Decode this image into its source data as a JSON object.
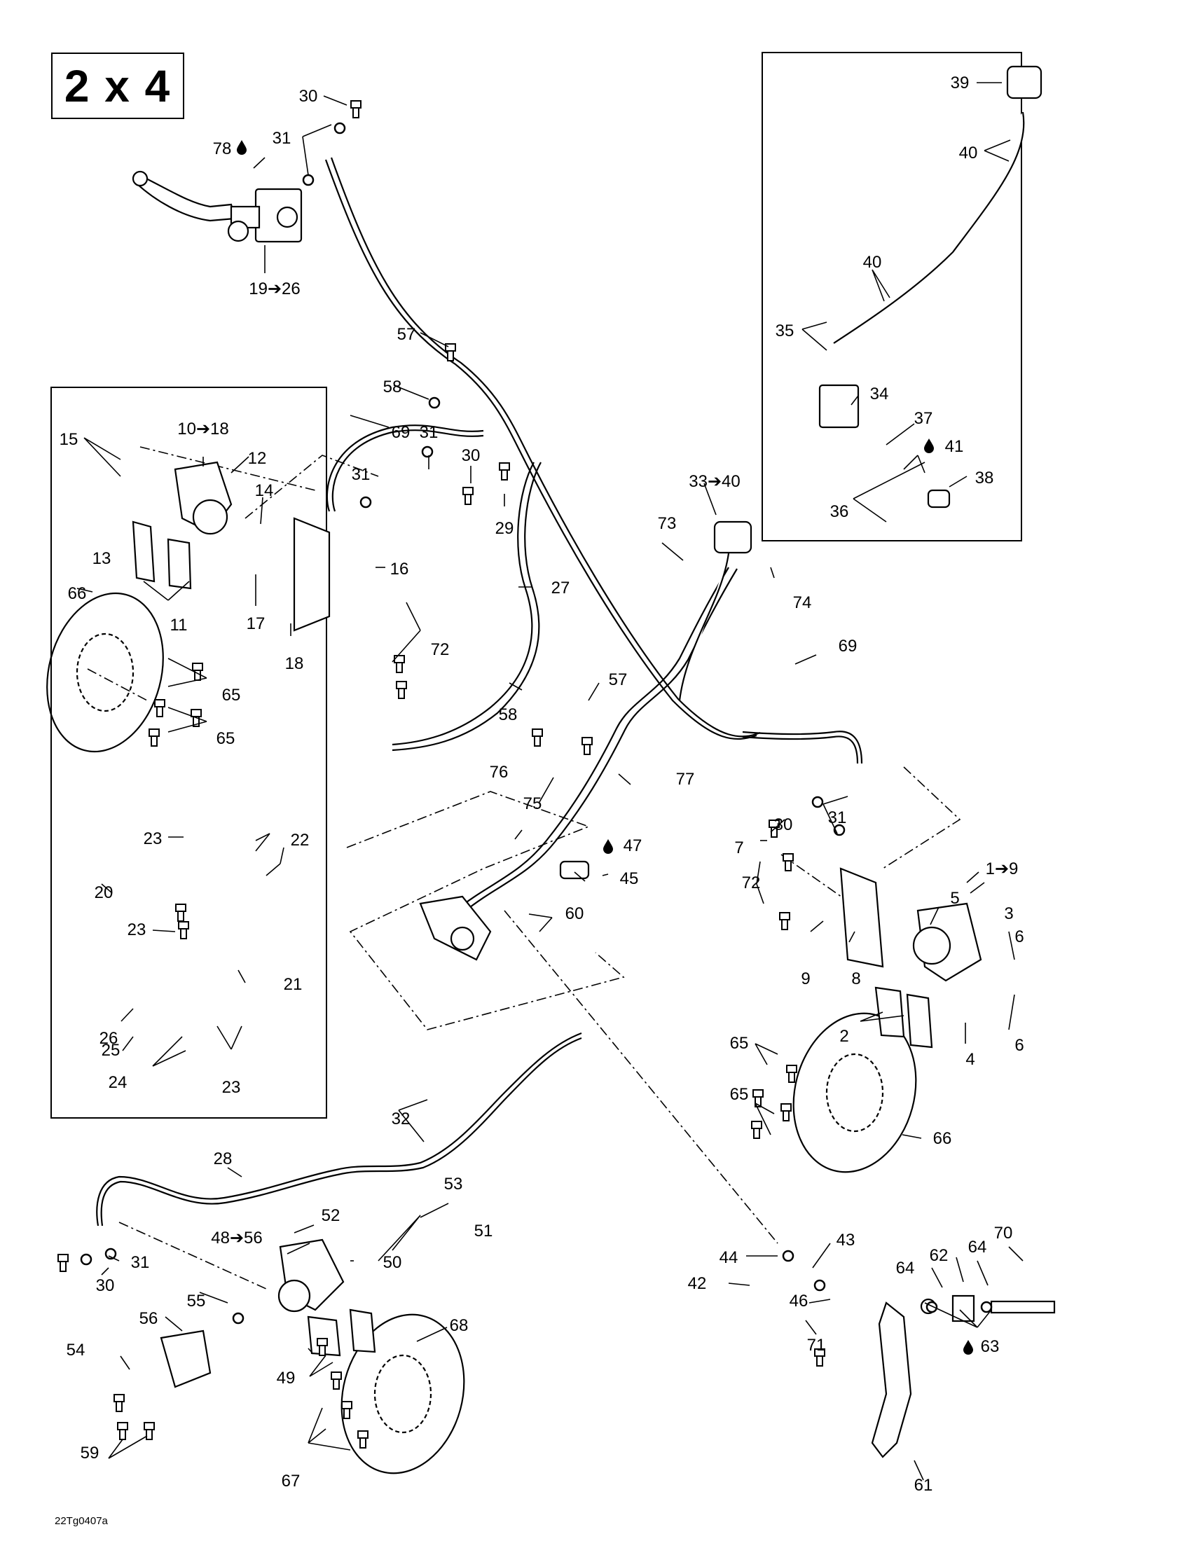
{
  "title": "2 x 4",
  "drawing_code": "22Tg0407a",
  "callouts": [
    {
      "id": "c-30a",
      "text": "30"
    },
    {
      "id": "c-31a",
      "text": "31"
    },
    {
      "id": "c-78",
      "text": "78"
    },
    {
      "id": "c-19",
      "text": "19➔26"
    },
    {
      "id": "c-57a",
      "text": "57"
    },
    {
      "id": "c-58a",
      "text": "58"
    },
    {
      "id": "c-69a",
      "text": "69"
    },
    {
      "id": "c-31b",
      "text": "31"
    },
    {
      "id": "c-30b",
      "text": "30"
    },
    {
      "id": "c-31c",
      "text": "31"
    },
    {
      "id": "c-29",
      "text": "29"
    },
    {
      "id": "c-15",
      "text": "15"
    },
    {
      "id": "c-10",
      "text": "10➔18"
    },
    {
      "id": "c-12",
      "text": "12"
    },
    {
      "id": "c-14",
      "text": "14"
    },
    {
      "id": "c-13",
      "text": "13"
    },
    {
      "id": "c-16",
      "text": "16"
    },
    {
      "id": "c-11",
      "text": "11"
    },
    {
      "id": "c-17",
      "text": "17"
    },
    {
      "id": "c-18",
      "text": "18"
    },
    {
      "id": "c-72a",
      "text": "72"
    },
    {
      "id": "c-66a",
      "text": "66"
    },
    {
      "id": "c-65a",
      "text": "65"
    },
    {
      "id": "c-65b",
      "text": "65"
    },
    {
      "id": "c-27",
      "text": "27"
    },
    {
      "id": "c-33",
      "text": "33➔40"
    },
    {
      "id": "c-73",
      "text": "73"
    },
    {
      "id": "c-74",
      "text": "74"
    },
    {
      "id": "c-57b",
      "text": "57"
    },
    {
      "id": "c-58b",
      "text": "58"
    },
    {
      "id": "c-69b",
      "text": "69"
    },
    {
      "id": "c-76",
      "text": "76"
    },
    {
      "id": "c-75",
      "text": "75"
    },
    {
      "id": "c-77",
      "text": "77"
    },
    {
      "id": "c-30c",
      "text": "30"
    },
    {
      "id": "c-31d",
      "text": "31"
    },
    {
      "id": "c-47",
      "text": "47"
    },
    {
      "id": "c-45",
      "text": "45"
    },
    {
      "id": "c-60",
      "text": "60"
    },
    {
      "id": "c-7",
      "text": "7"
    },
    {
      "id": "c-1",
      "text": "1➔9"
    },
    {
      "id": "c-72b",
      "text": "72"
    },
    {
      "id": "c-5",
      "text": "5"
    },
    {
      "id": "c-3",
      "text": "3"
    },
    {
      "id": "c-6a",
      "text": "6"
    },
    {
      "id": "c-9",
      "text": "9"
    },
    {
      "id": "c-8",
      "text": "8"
    },
    {
      "id": "c-2",
      "text": "2"
    },
    {
      "id": "c-6b",
      "text": "6"
    },
    {
      "id": "c-4",
      "text": "4"
    },
    {
      "id": "c-65c",
      "text": "65"
    },
    {
      "id": "c-65d",
      "text": "65"
    },
    {
      "id": "c-66b",
      "text": "66"
    },
    {
      "id": "c-23a",
      "text": "23"
    },
    {
      "id": "c-22",
      "text": "22"
    },
    {
      "id": "c-20",
      "text": "20"
    },
    {
      "id": "c-23b",
      "text": "23"
    },
    {
      "id": "c-21",
      "text": "21"
    },
    {
      "id": "c-26",
      "text": "26"
    },
    {
      "id": "c-25",
      "text": "25"
    },
    {
      "id": "c-24",
      "text": "24"
    },
    {
      "id": "c-23c",
      "text": "23"
    },
    {
      "id": "c-32",
      "text": "32"
    },
    {
      "id": "c-28",
      "text": "28"
    },
    {
      "id": "c-53",
      "text": "53"
    },
    {
      "id": "c-52",
      "text": "52"
    },
    {
      "id": "c-51",
      "text": "51"
    },
    {
      "id": "c-48",
      "text": "48➔56"
    },
    {
      "id": "c-50",
      "text": "50"
    },
    {
      "id": "c-31e",
      "text": "31"
    },
    {
      "id": "c-30d",
      "text": "30"
    },
    {
      "id": "c-55",
      "text": "55"
    },
    {
      "id": "c-56",
      "text": "56"
    },
    {
      "id": "c-54",
      "text": "54"
    },
    {
      "id": "c-49",
      "text": "49"
    },
    {
      "id": "c-68",
      "text": "68"
    },
    {
      "id": "c-59",
      "text": "59"
    },
    {
      "id": "c-67",
      "text": "67"
    },
    {
      "id": "c-44",
      "text": "44"
    },
    {
      "id": "c-43",
      "text": "43"
    },
    {
      "id": "c-42",
      "text": "42"
    },
    {
      "id": "c-46",
      "text": "46"
    },
    {
      "id": "c-70",
      "text": "70"
    },
    {
      "id": "c-62",
      "text": "62"
    },
    {
      "id": "c-64a",
      "text": "64"
    },
    {
      "id": "c-64b",
      "text": "64"
    },
    {
      "id": "c-63",
      "text": "63"
    },
    {
      "id": "c-71",
      "text": "71"
    },
    {
      "id": "c-61",
      "text": "61"
    },
    {
      "id": "c-39",
      "text": "39"
    },
    {
      "id": "c-40a",
      "text": "40"
    },
    {
      "id": "c-40b",
      "text": "40"
    },
    {
      "id": "c-35",
      "text": "35"
    },
    {
      "id": "c-34",
      "text": "34"
    },
    {
      "id": "c-37",
      "text": "37"
    },
    {
      "id": "c-41",
      "text": "41"
    },
    {
      "id": "c-38",
      "text": "38"
    },
    {
      "id": "c-36",
      "text": "36"
    }
  ]
}
